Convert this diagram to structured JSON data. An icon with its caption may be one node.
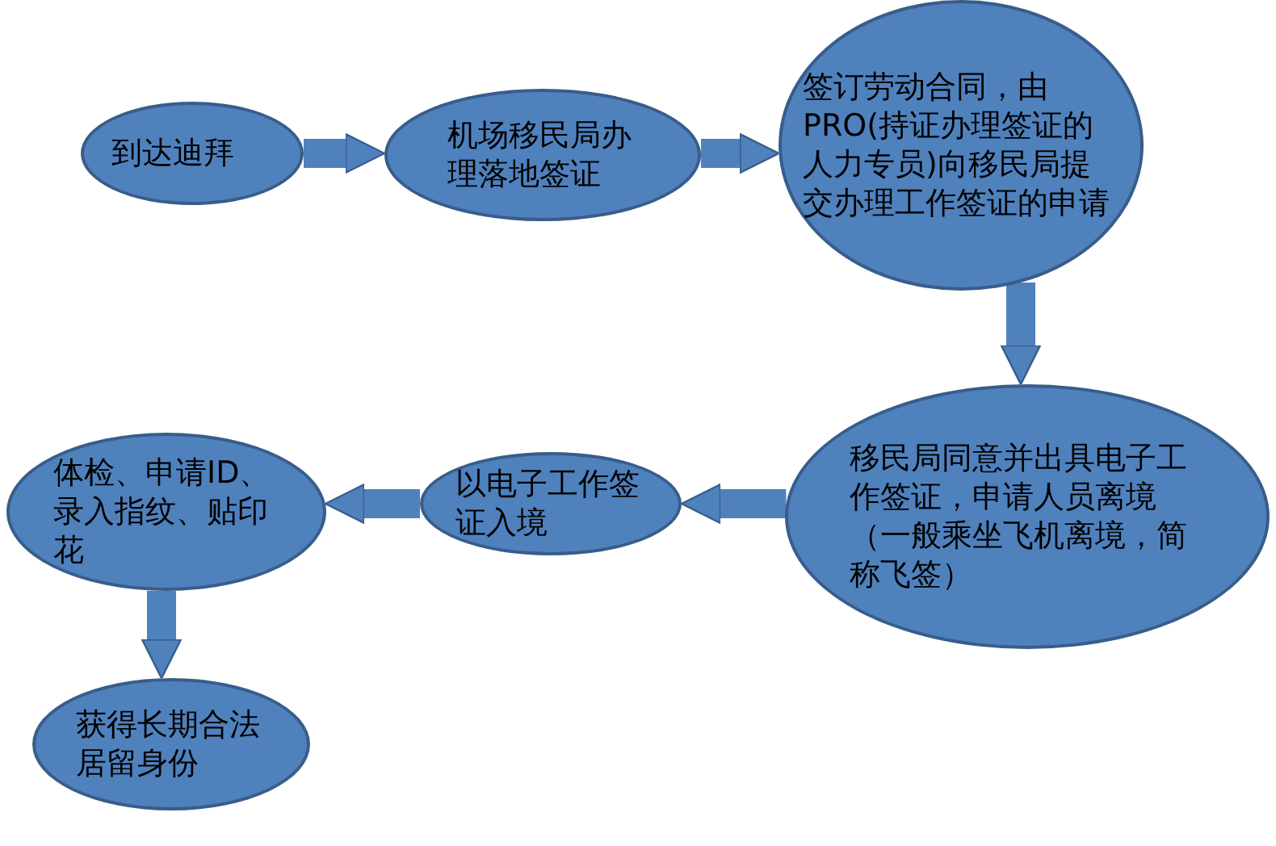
{
  "diagram": {
    "nodes": [
      {
        "text": [
          "到达迪拜"
        ]
      },
      {
        "text": [
          "机场移民局办理落地签证"
        ]
      },
      {
        "text": [
          "签订劳动合同，由PRO(持证办理签证的人力专员)向移民局提交办理工作签证的申请"
        ]
      },
      {
        "text": [
          "移民局同意并出具电子工作签证，申请人员离境（一般乘坐飞机离境，简称飞签）"
        ]
      },
      {
        "text": [
          "以电子工作签证入境"
        ]
      },
      {
        "text": [
          "体检、申请ID、录入指纹、贴印花"
        ]
      },
      {
        "text": [
          "获得长期合法居留身份"
        ]
      }
    ],
    "edges": [
      {
        "from": 0,
        "to": 1,
        "arrow": "to"
      },
      {
        "from": 1,
        "to": 2,
        "arrow": "to"
      },
      {
        "from": 2,
        "to": 3,
        "arrow": "to"
      },
      {
        "from": 3,
        "to": 4,
        "arrow": "to"
      },
      {
        "from": 4,
        "to": 5,
        "arrow": "to"
      },
      {
        "from": 5,
        "to": 6,
        "arrow": "to"
      }
    ]
  }
}
